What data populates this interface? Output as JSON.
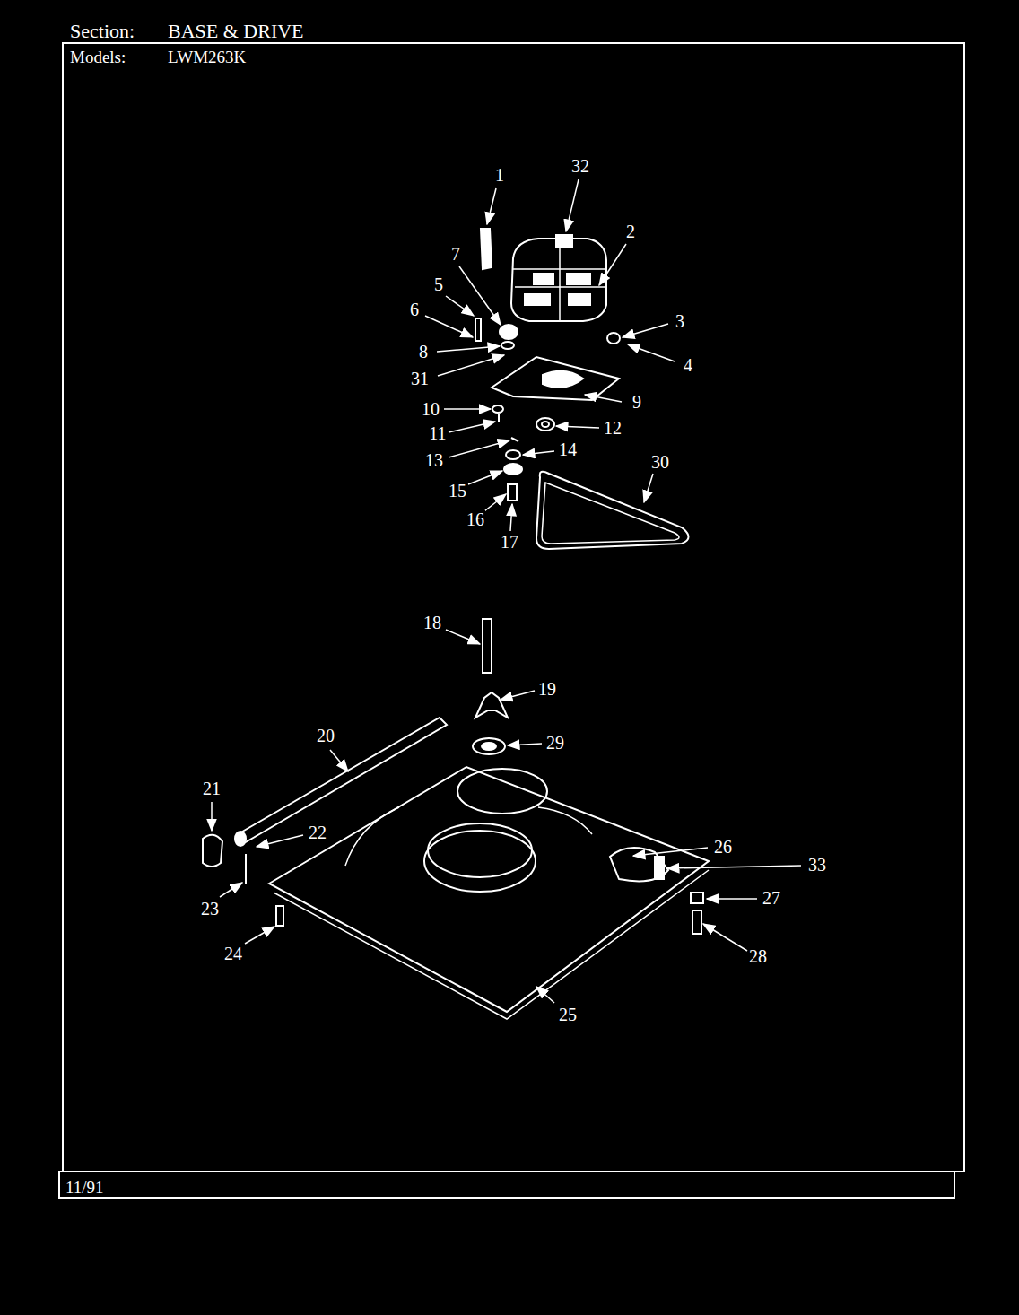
{
  "diagram": {
    "labels": [
      "Section:",
      "BASE & DRIVE",
      "Models:",
      "LWM263K",
      "11/91",
      "1",
      "32",
      "2",
      "7",
      "5",
      "6",
      "3",
      "8",
      "4",
      "31",
      "9",
      "10",
      "11",
      "12",
      "13",
      "14",
      "30",
      "15",
      "16",
      "17",
      "18",
      "19",
      "20",
      "29",
      "21",
      "22",
      "26",
      "33",
      "27",
      "23",
      "24",
      "28",
      "25"
    ]
  }
}
